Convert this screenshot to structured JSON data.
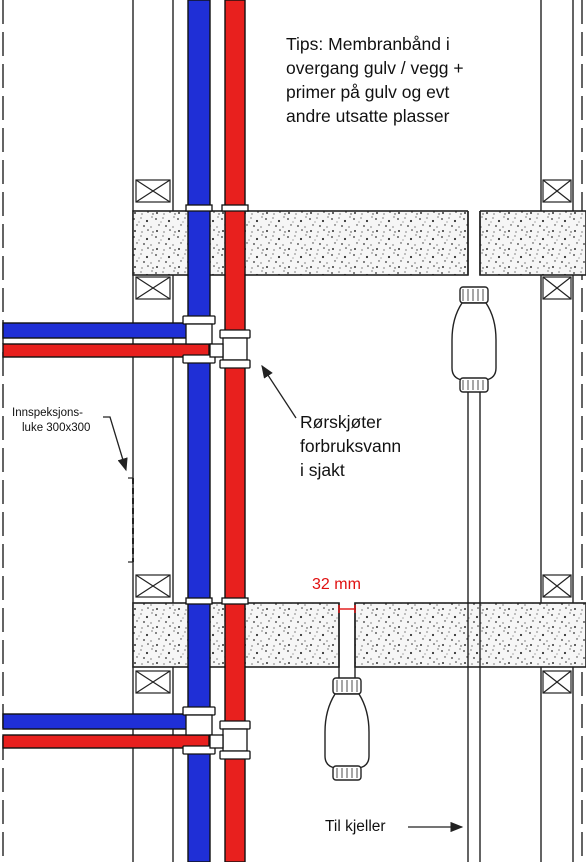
{
  "title": "",
  "labels": {
    "tips": [
      "Tips: Membranbånd i",
      "overgang gulv / vegg +",
      "primer på gulv og evt",
      "andre utsatte plasser"
    ],
    "pipe_joints": [
      "Rørskjøter",
      "forbruksvann",
      "i sjakt"
    ],
    "inspection_hatch": [
      "Innspeksjons-",
      "luke 300x300"
    ],
    "dimension": "32 mm",
    "to_basement": "Til kjeller"
  },
  "colors": {
    "cold_water": "#1f2fd6",
    "hot_water": "#e8201e",
    "dimension_text": "#e01010",
    "line": "#222222",
    "concrete_fill": "#f4f4f4"
  }
}
